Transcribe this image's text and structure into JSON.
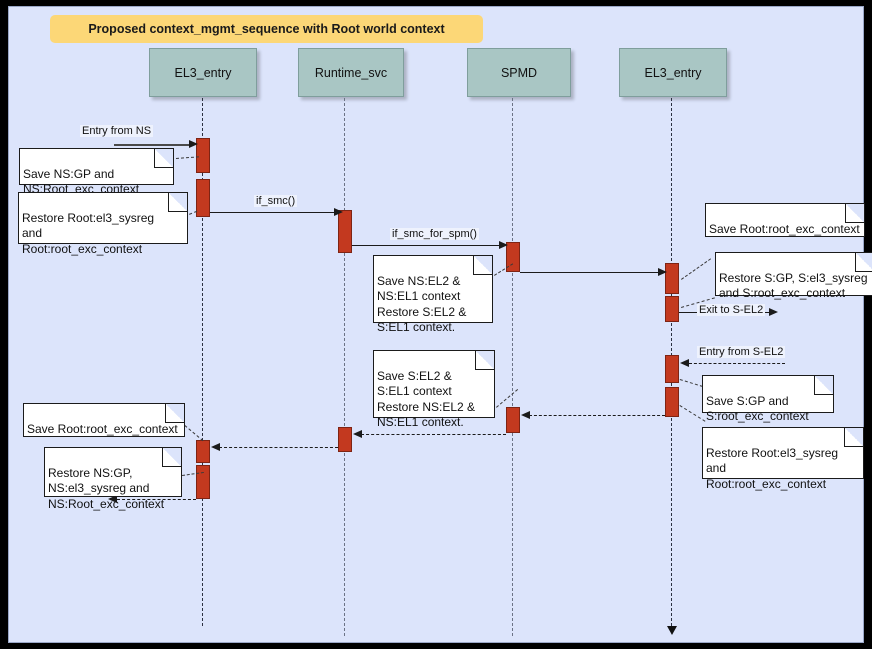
{
  "diagram": {
    "title": "Proposed context_mgmt_sequence with Root world context",
    "background_color": "#dce4fb",
    "title_color": "#fcd777",
    "actor_color": "#a9c6c4",
    "activation_color": "#c3391f"
  },
  "actors": [
    {
      "id": "el3_entry_left",
      "label": "EL3_entry"
    },
    {
      "id": "runtime_svc",
      "label": "Runtime_svc"
    },
    {
      "id": "spmd",
      "label": "SPMD"
    },
    {
      "id": "el3_entry_right",
      "label": "EL3_entry"
    }
  ],
  "messages": [
    {
      "id": "m1",
      "label": "Entry from NS"
    },
    {
      "id": "m2",
      "label": "if_smc()"
    },
    {
      "id": "m3",
      "label": "if_smc_for_spm()"
    },
    {
      "id": "m4",
      "label": "Exit to S-EL2"
    },
    {
      "id": "m5",
      "label": "Entry from S-EL2"
    }
  ],
  "notes": [
    {
      "id": "n1",
      "text": "Save NS:GP and\nNS:Root_exc_context"
    },
    {
      "id": "n2",
      "text": "Restore Root:el3_sysreg\nand\nRoot:root_exc_context"
    },
    {
      "id": "n3",
      "text": "Save NS:EL2 &\nNS:EL1 context\nRestore S:EL2 &\nS:EL1 context."
    },
    {
      "id": "n4",
      "text": "Save Root:root_exc_context"
    },
    {
      "id": "n5",
      "text": "Restore S:GP, S:el3_sysreg\nand S:root_exc_context"
    },
    {
      "id": "n6",
      "text": "Save S:GP and\nS:root_exc_context"
    },
    {
      "id": "n7",
      "text": "Restore Root:el3_sysreg\nand\nRoot:root_exc_context"
    },
    {
      "id": "n8",
      "text": "Save S:EL2 &\nS:EL1 context\nRestore NS:EL2 &\nNS:EL1 context."
    },
    {
      "id": "n9",
      "text": "Save Root:root_exc_context"
    },
    {
      "id": "n10",
      "text": "Restore NS:GP,\nNS:el3_sysreg and\nNS:Root_exc_context"
    }
  ]
}
